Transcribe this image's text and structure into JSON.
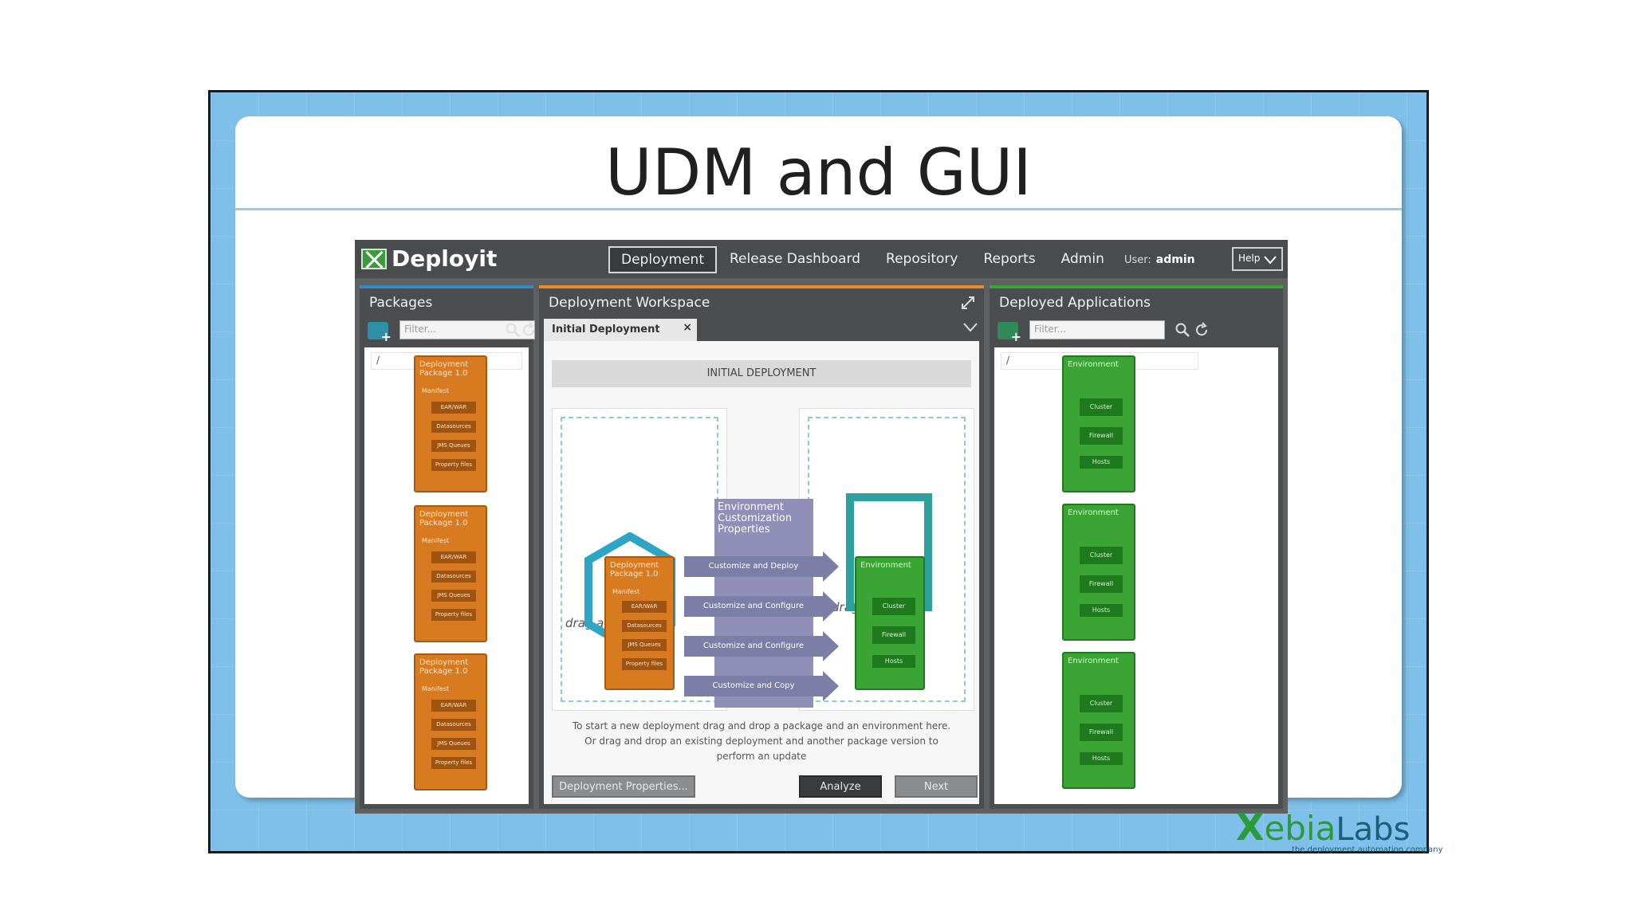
{
  "slide": {
    "title": "UDM and GUI",
    "brand": {
      "part1": "X",
      "part2": "ebia",
      "part3": "Labs",
      "tagline": "the deployment automation company"
    }
  },
  "app": {
    "logo": "Deployit",
    "nav": [
      {
        "label": "Deployment",
        "active": true
      },
      {
        "label": "Release Dashboard",
        "active": false
      },
      {
        "label": "Repository",
        "active": false
      },
      {
        "label": "Reports",
        "active": false
      },
      {
        "label": "Admin",
        "active": false
      }
    ],
    "user_label": "User:",
    "user_name": "admin",
    "help": "Help"
  },
  "packages": {
    "title": "Packages",
    "filter_placeholder": "Filter...",
    "path": "/",
    "items": [
      {
        "title": "Deployment Package 1.0",
        "manifest": "Manifest",
        "rows": [
          "EAR/WAR",
          "Datasources",
          "JMS Queues",
          "Property files"
        ]
      },
      {
        "title": "Deployment Package 1.0",
        "manifest": "Manifest",
        "rows": [
          "EAR/WAR",
          "Datasources",
          "JMS Queues",
          "Property files"
        ]
      },
      {
        "title": "Deployment Package 1.0",
        "manifest": "Manifest",
        "rows": [
          "EAR/WAR",
          "Datasources",
          "JMS Queues",
          "Property files"
        ]
      }
    ]
  },
  "workspace": {
    "title": "Deployment Workspace",
    "tab": "Initial Deployment",
    "header": "INITIAL DEPLOYMENT",
    "left_hint": "drag a package",
    "right_hint": "drag an Env",
    "center_title": "Environment Customization Properties",
    "flows": [
      "Customize and Deploy",
      "Customize and Configure",
      "Customize and Configure",
      "Customize and Copy"
    ],
    "pkg": {
      "title": "Deployment Package 1.0",
      "manifest": "Manifest",
      "rows": [
        "EAR/WAR",
        "Datasources",
        "JMS Queues",
        "Property files"
      ]
    },
    "env": {
      "title": "Environment",
      "rows": [
        "Cluster",
        "Firewall",
        "Hosts"
      ]
    },
    "desc_line1": "To start a new deployment drag and drop a package and an environment here.",
    "desc_line2": "Or drag and drop an existing deployment and another package version to",
    "desc_line3": "perform an update",
    "btn_props": "Deployment Properties...",
    "btn_analyze": "Analyze",
    "btn_next": "Next"
  },
  "deployed": {
    "title": "Deployed Applications",
    "filter_placeholder": "Filter...",
    "path": "/",
    "items": [
      {
        "title": "Environment",
        "rows": [
          "Cluster",
          "Firewall",
          "Hosts"
        ]
      },
      {
        "title": "Environment",
        "rows": [
          "Cluster",
          "Firewall",
          "Hosts"
        ]
      },
      {
        "title": "Environment",
        "rows": [
          "Cluster",
          "Firewall",
          "Hosts"
        ]
      }
    ]
  },
  "colors": {
    "slide_bg": "#7fc0ea",
    "package": "#d87a20",
    "environment": "#3aa535",
    "brand_green": "#2a9a3a"
  }
}
